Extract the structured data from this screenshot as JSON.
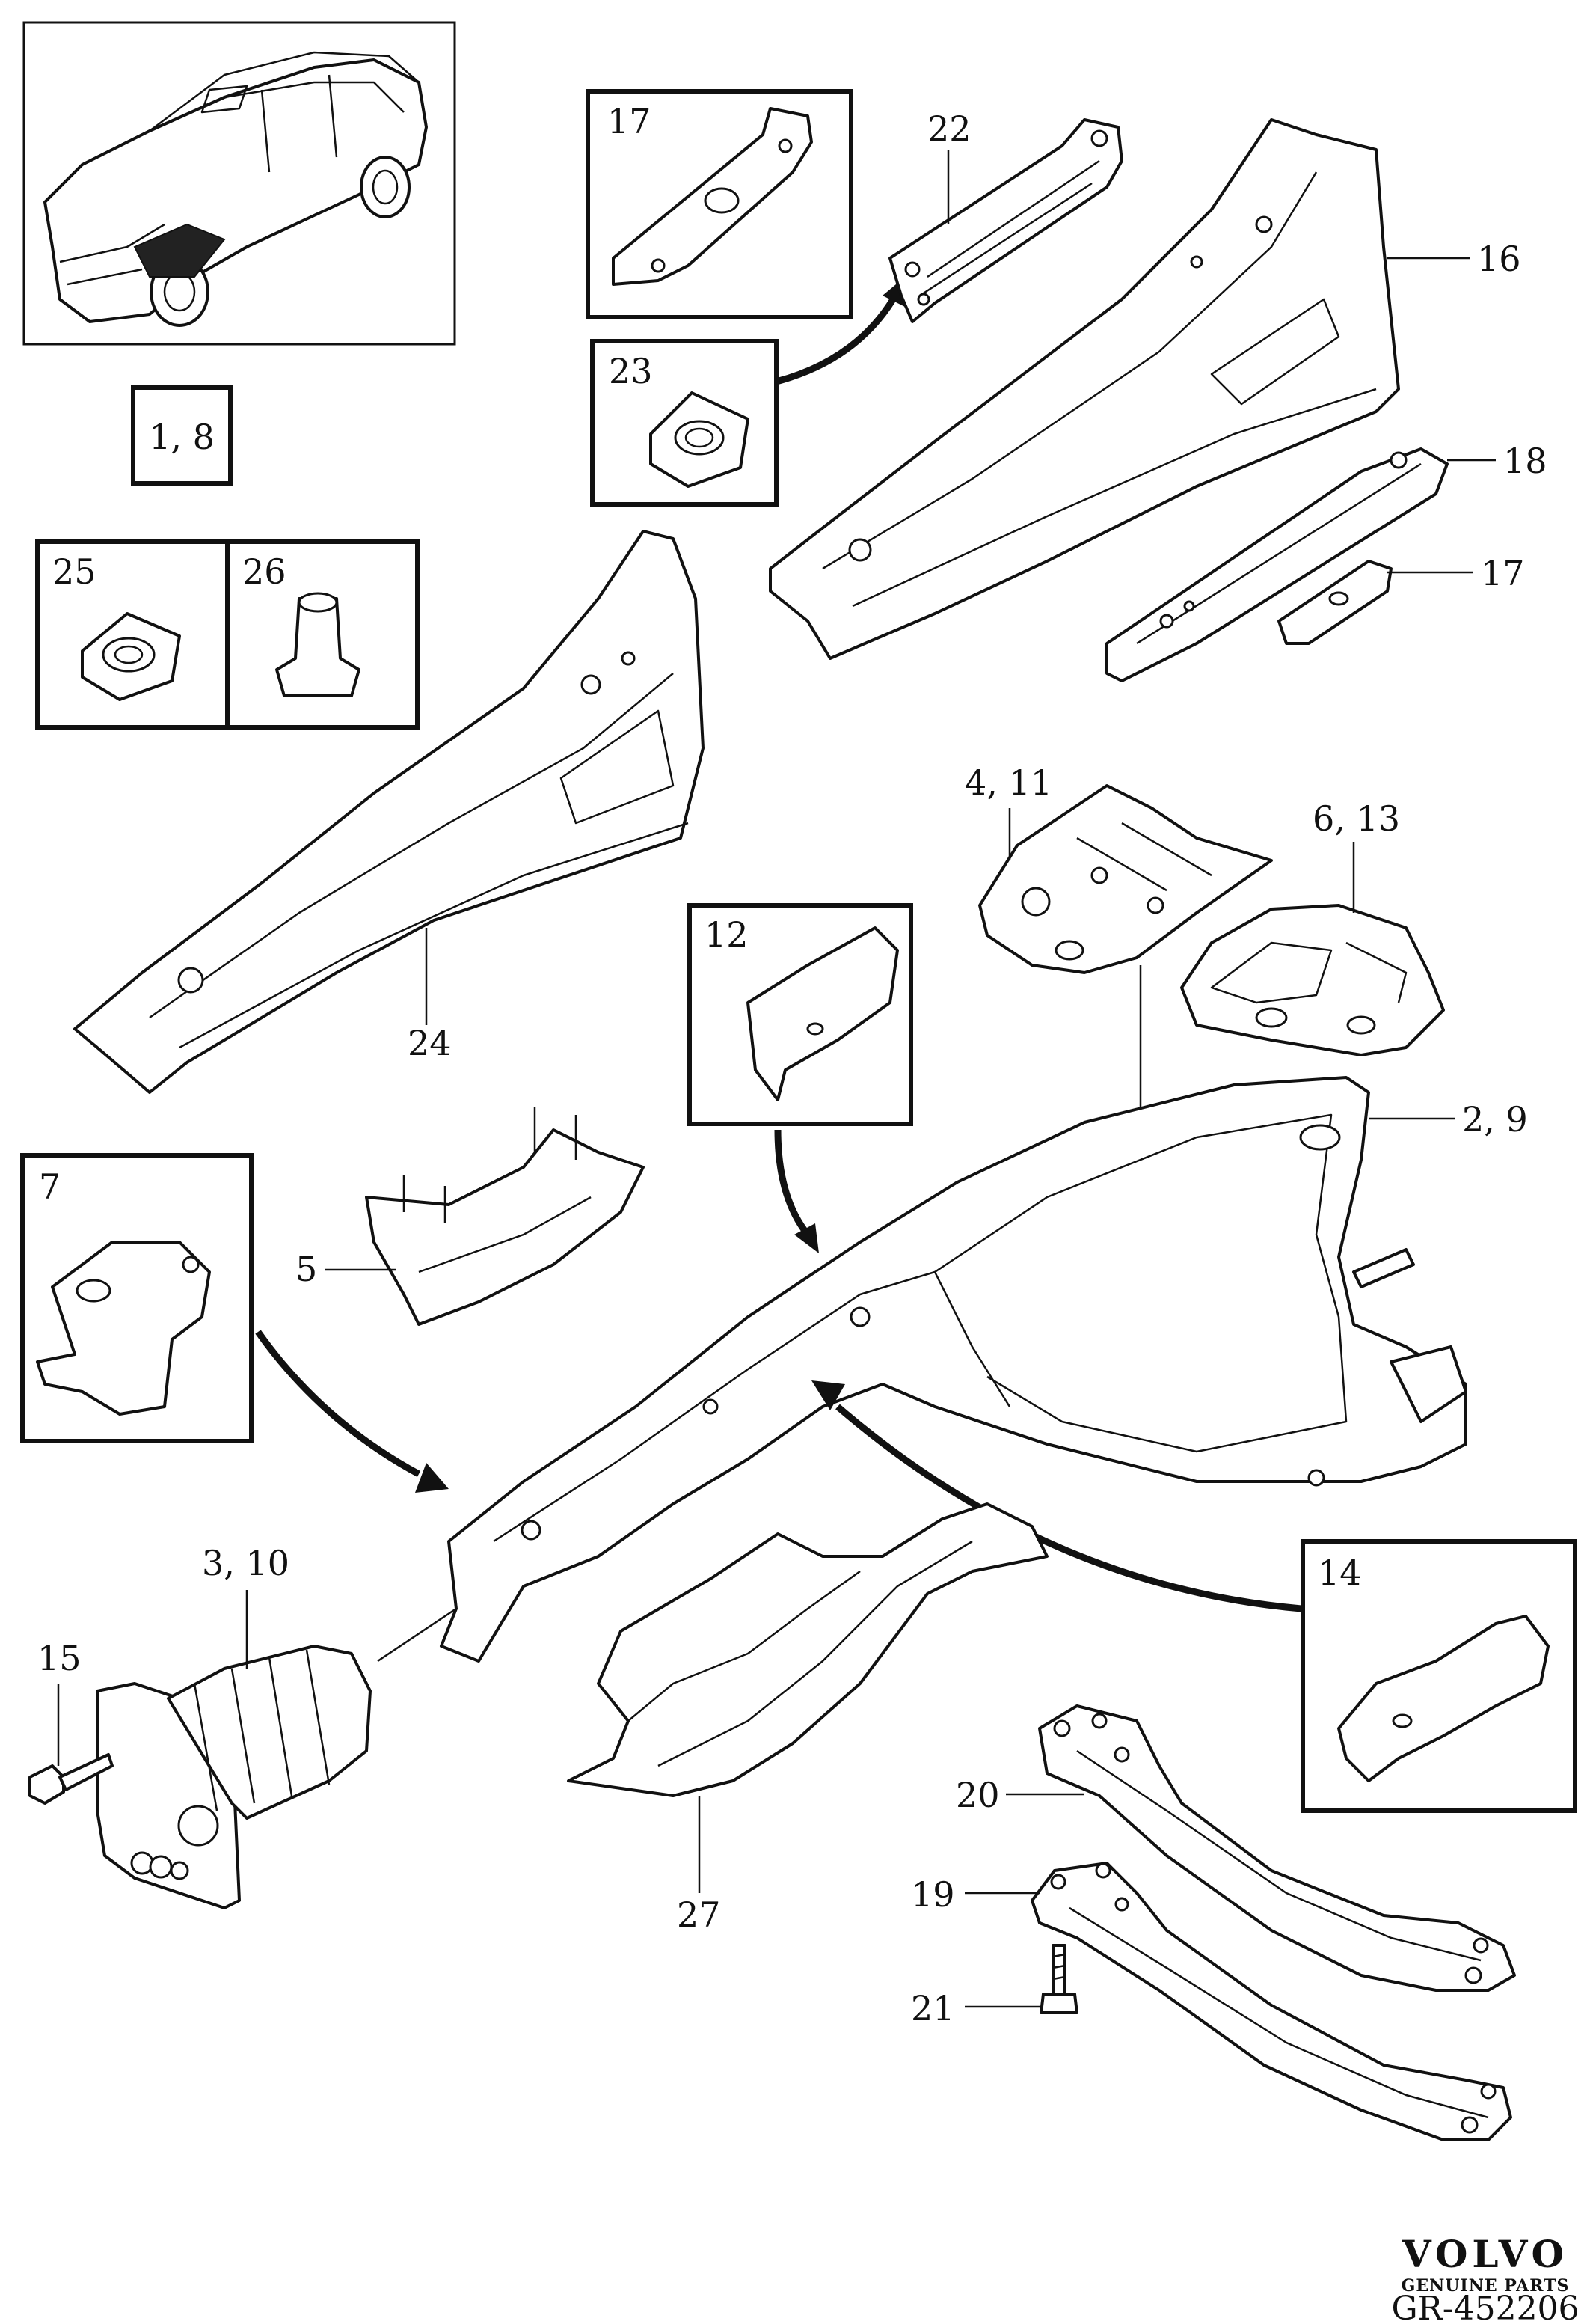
{
  "callouts": {
    "c_1_8": "1, 8",
    "c_2_9": "2, 9",
    "c_3_10": "3, 10",
    "c_4_11": "4, 11",
    "c_5": "5",
    "c_6_13": "6, 13",
    "c_7": "7",
    "c_12": "12",
    "c_14": "14",
    "c_15": "15",
    "c_16": "16",
    "c_17_box": "17",
    "c_17": "17",
    "c_18": "18",
    "c_19": "19",
    "c_20": "20",
    "c_21": "21",
    "c_22": "22",
    "c_23": "23",
    "c_24": "24",
    "c_25": "25",
    "c_26": "26",
    "c_27": "27"
  },
  "brand": {
    "name": "VOLVO",
    "tagline": "GENUINE PARTS",
    "diagram_id": "GR-452206"
  }
}
